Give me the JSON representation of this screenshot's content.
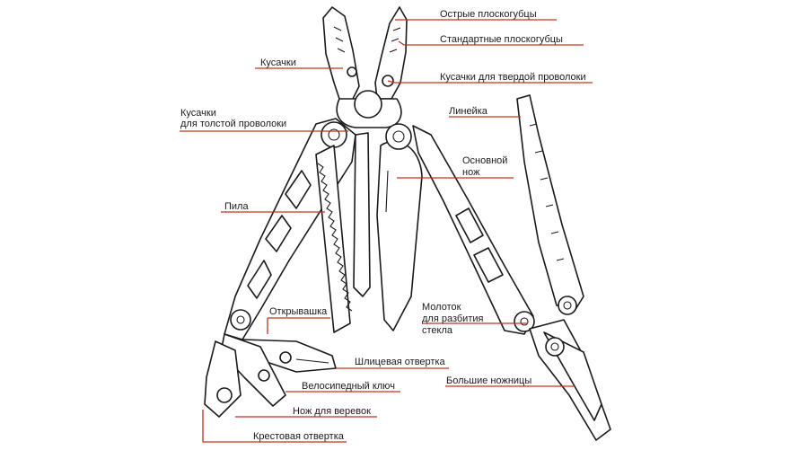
{
  "colors": {
    "leader": "#c8301f",
    "outline": "#1a1a1a",
    "background": "#ffffff"
  },
  "labels": {
    "sharp_pliers": "Острые плоскогубцы",
    "standard_pliers": "Стандартные плоскогубцы",
    "cutters": "Кусачки",
    "hard_wire_cutters": "Кусачки для твердой проволоки",
    "thick_wire_cutters_1": "Кусачки",
    "thick_wire_cutters_2": "для толстой проволоки",
    "ruler": "Линейка",
    "main_knife_1": "Основной",
    "main_knife_2": "нож",
    "saw": "Пила",
    "bottle_opener": "Открывашка",
    "glass_breaker_1": "Молоток",
    "glass_breaker_2": "для разбития",
    "glass_breaker_3": "стекла",
    "flat_screwdriver": "Шлицевая отвертка",
    "bike_wrench": "Велосипедный ключ",
    "large_scissors": "Большие ножницы",
    "rope_knife": "Нож для веревок",
    "phillips_screwdriver": "Крестовая отвертка"
  }
}
